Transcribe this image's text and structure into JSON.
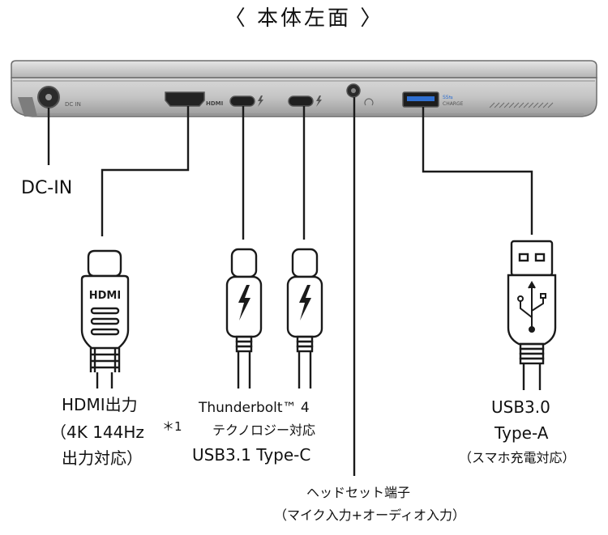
{
  "title": "〈 本体左面 〉",
  "laptop": {
    "port_marks": {
      "dc": "DC IN",
      "hdmi": "HDMI",
      "usb_ss": "SS⇆",
      "charge": "CHARGE"
    }
  },
  "connectors": {
    "hdmi_plug_text": "HDMI"
  },
  "labels": {
    "dc_in": "DC-IN",
    "hdmi": {
      "line1": "HDMI出力",
      "line2": "（4K 144Hz",
      "footnote": "＊1",
      "line3": "出力対応）"
    },
    "thunderbolt": {
      "line1": "Thunderbolt™ 4",
      "line2": "テクノロジー対応",
      "line3": "USB3.1 Type-C"
    },
    "headset": {
      "line1": "ヘッドセット端子",
      "line2": "（マイク入力+オーディオ入力）"
    },
    "usb_a": {
      "line1": "USB3.0",
      "line2": "Type-A",
      "line3": "（スマホ充電対応）"
    }
  },
  "colors": {
    "lines": "#1a1a1a",
    "laptop_body": "#c8c8c8"
  }
}
